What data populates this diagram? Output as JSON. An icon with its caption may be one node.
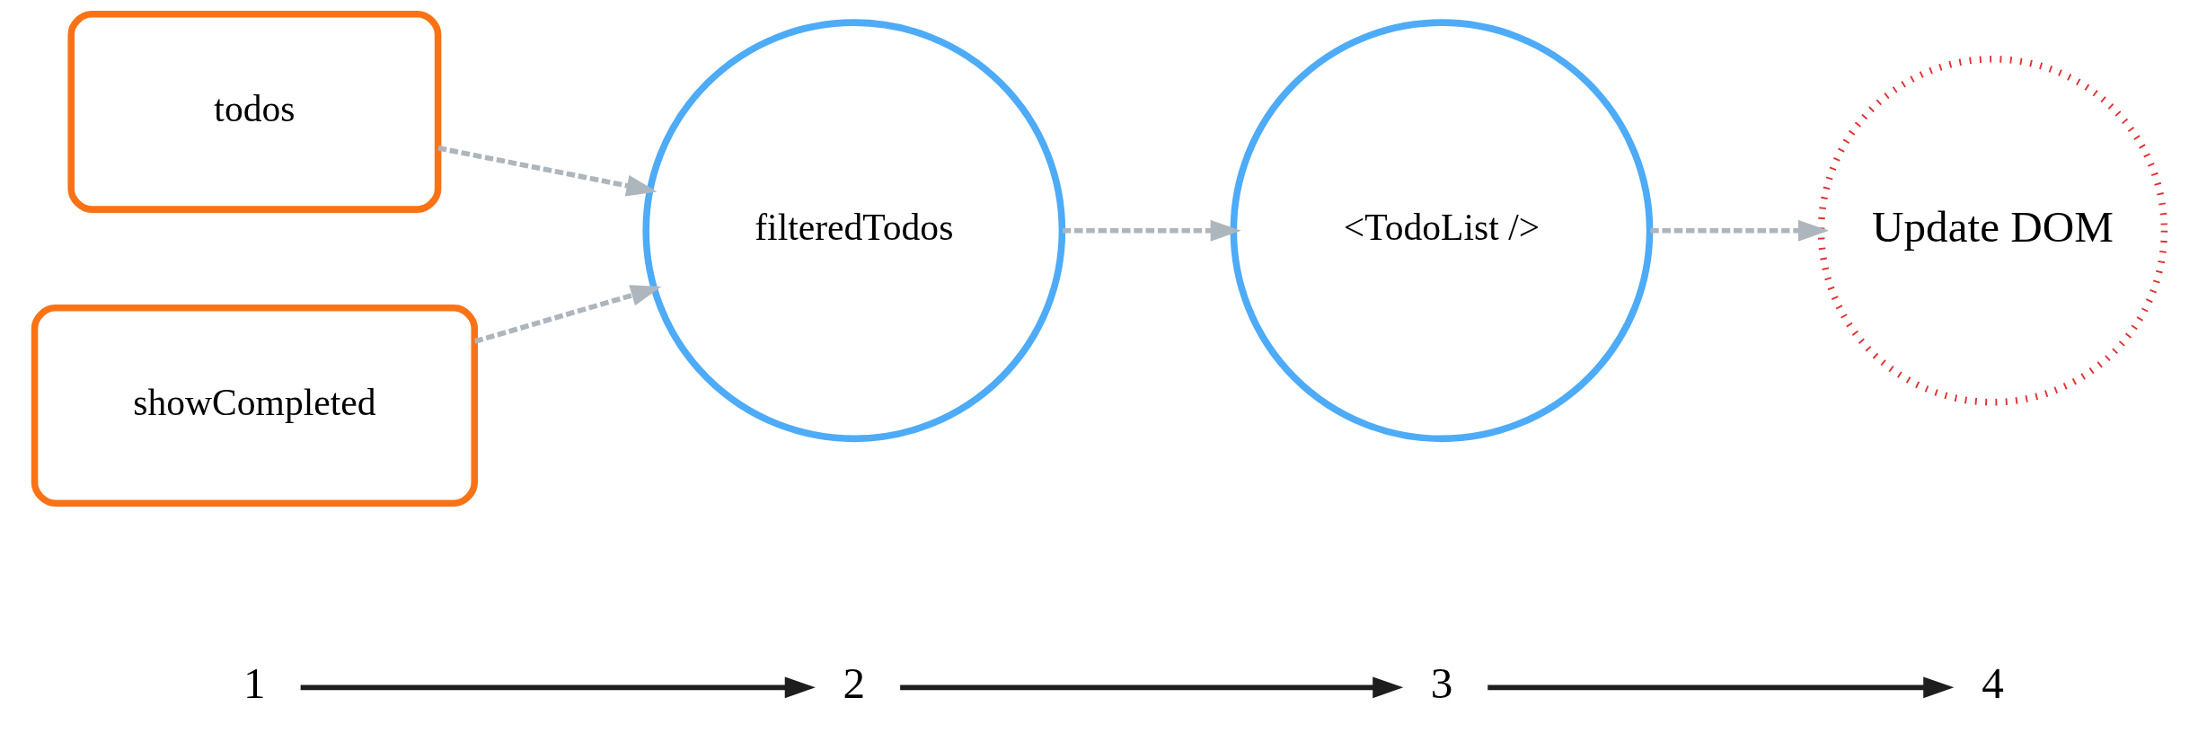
{
  "diagram": {
    "nodes": [
      {
        "text": [
          "1"
        ]
      },
      {
        "text": [
          "2"
        ]
      },
      {
        "text": [
          "3"
        ]
      },
      {
        "text": [
          "4"
        ]
      },
      {
        "text": [
          "todos"
        ]
      },
      {
        "text": [
          "filteredTodos"
        ]
      },
      {
        "text": [
          "<TodoList />"
        ]
      },
      {
        "text": [
          "Update DOM"
        ]
      },
      {
        "text": [
          "showCompleted"
        ]
      }
    ],
    "edges": [
      {
        "from": 0,
        "to": 1,
        "arrow": "to",
        "color": "#1e1e1e"
      },
      {
        "from": 1,
        "to": 2,
        "arrow": "to",
        "color": "#1e1e1e"
      },
      {
        "from": 2,
        "to": 3,
        "arrow": "to",
        "color": "#1e1e1e"
      },
      {
        "from": 4,
        "to": 5,
        "arrow": "to",
        "style": "dashed"
      },
      {
        "from": 8,
        "to": 5,
        "arrow": "to",
        "style": "dashed"
      },
      {
        "from": 5,
        "to": 6,
        "arrow": "to",
        "style": "dashed"
      },
      {
        "from": 6,
        "to": 7,
        "arrow": "to",
        "style": "dashed"
      }
    ]
  }
}
